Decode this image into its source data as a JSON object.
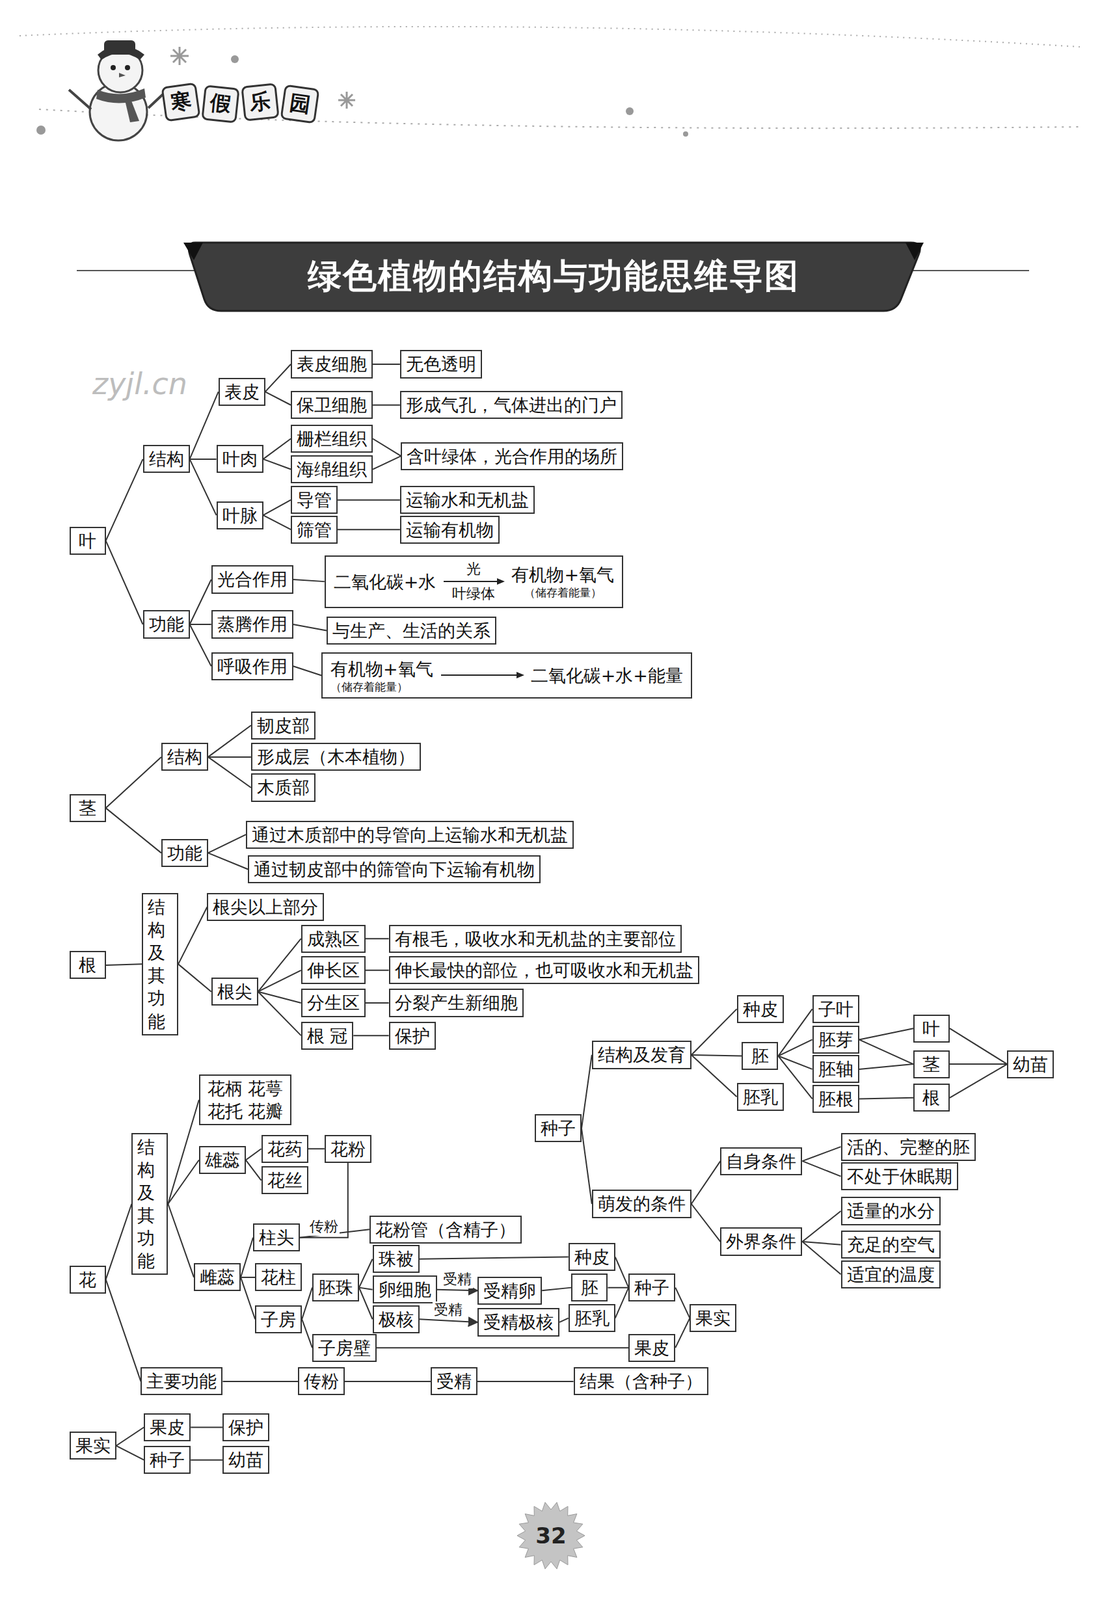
{
  "diagram": {
    "title": "绿色植物的结构与功能思维导图",
    "nodes": [
      {
        "text": [
          "叶"
        ]
      },
      {
        "text": [
          "结构"
        ]
      },
      {
        "text": [
          "功能"
        ]
      },
      {
        "text": [
          "表皮"
        ]
      },
      {
        "text": [
          "叶肉"
        ]
      },
      {
        "text": [
          "叶脉"
        ]
      },
      {
        "text": [
          "表皮细胞"
        ]
      },
      {
        "text": [
          "无色透明"
        ]
      },
      {
        "text": [
          "保卫细胞"
        ]
      },
      {
        "text": [
          "形成气孔，气体进出的门户"
        ]
      },
      {
        "text": [
          "栅栏组织"
        ]
      },
      {
        "text": [
          "海绵组织"
        ]
      },
      {
        "text": [
          "含叶绿体，光合作用的场所"
        ]
      },
      {
        "text": [
          "导管"
        ]
      },
      {
        "text": [
          "运输水和无机盐"
        ]
      },
      {
        "text": [
          "筛管"
        ]
      },
      {
        "text": [
          "运输有机物"
        ]
      },
      {
        "text": [
          "光合作用"
        ]
      },
      {
        "text": [
          "二氧化碳+水",
          "光",
          "叶绿体",
          "有机物+氧气",
          "（储存着能量）"
        ]
      },
      {
        "text": [
          "蒸腾作用"
        ]
      },
      {
        "text": [
          "与生产、生活的关系"
        ]
      },
      {
        "text": [
          "呼吸作用"
        ]
      },
      {
        "text": [
          "有机物+氧气",
          "（储存着能量）",
          "二氧化碳+水+能量"
        ]
      },
      {
        "text": [
          "茎"
        ]
      },
      {
        "text": [
          "结构"
        ]
      },
      {
        "text": [
          "功能"
        ]
      },
      {
        "text": [
          "韧皮部"
        ]
      },
      {
        "text": [
          "形成层（木本植物）"
        ]
      },
      {
        "text": [
          "木质部"
        ]
      },
      {
        "text": [
          "通过木质部中的导管向上运输水和无机盐"
        ]
      },
      {
        "text": [
          "通过韧皮部中的筛管向下运输有机物"
        ]
      },
      {
        "text": [
          "根"
        ]
      },
      {
        "text": [
          "结构 及其 功能"
        ]
      },
      {
        "text": [
          "根尖以上部分"
        ]
      },
      {
        "text": [
          "根尖"
        ]
      },
      {
        "text": [
          "成熟区"
        ]
      },
      {
        "text": [
          "有根毛，吸收水和无机盐的主要部位"
        ]
      },
      {
        "text": [
          "伸长区"
        ]
      },
      {
        "text": [
          "伸长最快的部位，也可吸收水和无机盐"
        ]
      },
      {
        "text": [
          "分生区"
        ]
      },
      {
        "text": [
          "分裂产生新细胞"
        ]
      },
      {
        "text": [
          "根 冠"
        ]
      },
      {
        "text": [
          "保护"
        ]
      },
      {
        "text": [
          "花"
        ]
      },
      {
        "text": [
          "结构 及其 功能"
        ]
      },
      {
        "text": [
          "主要功能"
        ]
      },
      {
        "text": [
          "花柄 花萼 花托 花瓣"
        ]
      },
      {
        "text": [
          "雄蕊"
        ]
      },
      {
        "text": [
          "雌蕊"
        ]
      },
      {
        "text": [
          "花药"
        ]
      },
      {
        "text": [
          "花丝"
        ]
      },
      {
        "text": [
          "花粉"
        ]
      },
      {
        "text": [
          "柱头"
        ]
      },
      {
        "text": [
          "花柱"
        ]
      },
      {
        "text": [
          "子房"
        ]
      },
      {
        "text": [
          "花粉管（含精子）"
        ]
      },
      {
        "text": [
          "胚珠"
        ]
      },
      {
        "text": [
          "珠被"
        ]
      },
      {
        "text": [
          "卵细胞"
        ]
      },
      {
        "text": [
          "极核"
        ]
      },
      {
        "text": [
          "子房壁"
        ]
      },
      {
        "text": [
          "受精卵"
        ]
      },
      {
        "text": [
          "受精极核"
        ]
      },
      {
        "text": [
          "种皮"
        ]
      },
      {
        "text": [
          "胚"
        ]
      },
      {
        "text": [
          "胚乳"
        ]
      },
      {
        "text": [
          "种子"
        ]
      },
      {
        "text": [
          "果皮"
        ]
      },
      {
        "text": [
          "果实"
        ]
      },
      {
        "text": [
          "传粉"
        ]
      },
      {
        "text": [
          "受精"
        ]
      },
      {
        "text": [
          "结果（含种子）"
        ]
      },
      {
        "text": [
          "种子"
        ]
      },
      {
        "text": [
          "结构及发育"
        ]
      },
      {
        "text": [
          "萌发的条件"
        ]
      },
      {
        "text": [
          "种皮"
        ]
      },
      {
        "text": [
          "胚"
        ]
      },
      {
        "text": [
          "胚乳"
        ]
      },
      {
        "text": [
          "子叶"
        ]
      },
      {
        "text": [
          "胚芽"
        ]
      },
      {
        "text": [
          "胚轴"
        ]
      },
      {
        "text": [
          "胚根"
        ]
      },
      {
        "text": [
          "叶"
        ]
      },
      {
        "text": [
          "茎"
        ]
      },
      {
        "text": [
          "根"
        ]
      },
      {
        "text": [
          "幼苗"
        ]
      },
      {
        "text": [
          "自身条件"
        ]
      },
      {
        "text": [
          "外界条件"
        ]
      },
      {
        "text": [
          "活的、完整的胚"
        ]
      },
      {
        "text": [
          "不处于休眠期"
        ]
      },
      {
        "text": [
          "适量的水分"
        ]
      },
      {
        "text": [
          "充足的空气"
        ]
      },
      {
        "text": [
          "适宜的温度"
        ]
      },
      {
        "text": [
          "果实"
        ]
      },
      {
        "text": [
          "果皮"
        ]
      },
      {
        "text": [
          "种子"
        ]
      },
      {
        "text": [
          "保护"
        ]
      },
      {
        "text": [
          "幼苗"
        ]
      }
    ],
    "edges": [
      {
        "from": 0,
        "to": 1,
        "arrow": "none"
      },
      {
        "from": 0,
        "to": 2,
        "arrow": "none"
      },
      {
        "from": 1,
        "to": 3,
        "arrow": "none"
      },
      {
        "from": 1,
        "to": 4,
        "arrow": "none"
      },
      {
        "from": 1,
        "to": 5,
        "arrow": "none"
      },
      {
        "from": 3,
        "to": 6,
        "arrow": "none"
      },
      {
        "from": 3,
        "to": 8,
        "arrow": "none"
      },
      {
        "from": 6,
        "to": 7,
        "arrow": "none"
      },
      {
        "from": 8,
        "to": 9,
        "arrow": "none"
      },
      {
        "from": 4,
        "to": 10,
        "arrow": "none"
      },
      {
        "from": 4,
        "to": 11,
        "arrow": "none"
      },
      {
        "from": 10,
        "to": 12,
        "arrow": "none"
      },
      {
        "from": 11,
        "to": 12,
        "arrow": "none"
      },
      {
        "from": 5,
        "to": 13,
        "arrow": "none"
      },
      {
        "from": 5,
        "to": 15,
        "arrow": "none"
      },
      {
        "from": 13,
        "to": 14,
        "arrow": "none"
      },
      {
        "from": 15,
        "to": 16,
        "arrow": "none"
      },
      {
        "from": 2,
        "to": 17,
        "arrow": "none"
      },
      {
        "from": 2,
        "to": 19,
        "arrow": "none"
      },
      {
        "from": 2,
        "to": 21,
        "arrow": "none"
      },
      {
        "from": 17,
        "to": 18,
        "arrow": "none"
      },
      {
        "from": 19,
        "to": 20,
        "arrow": "none"
      },
      {
        "from": 21,
        "to": 22,
        "arrow": "none"
      },
      {
        "from": 23,
        "to": 24,
        "arrow": "none"
      },
      {
        "from": 23,
        "to": 25,
        "arrow": "none"
      },
      {
        "from": 24,
        "to": 26,
        "arrow": "none"
      },
      {
        "from": 24,
        "to": 27,
        "arrow": "none"
      },
      {
        "from": 24,
        "to": 28,
        "arrow": "none"
      },
      {
        "from": 25,
        "to": 29,
        "arrow": "none"
      },
      {
        "from": 25,
        "to": 30,
        "arrow": "none"
      },
      {
        "from": 31,
        "to": 32,
        "arrow": "none"
      },
      {
        "from": 32,
        "to": 33,
        "arrow": "none"
      },
      {
        "from": 32,
        "to": 34,
        "arrow": "none"
      },
      {
        "from": 34,
        "to": 35,
        "arrow": "none"
      },
      {
        "from": 34,
        "to": 37,
        "arrow": "none"
      },
      {
        "from": 34,
        "to": 39,
        "arrow": "none"
      },
      {
        "from": 34,
        "to": 41,
        "arrow": "none"
      },
      {
        "from": 35,
        "to": 36,
        "arrow": "none"
      },
      {
        "from": 37,
        "to": 38,
        "arrow": "none"
      },
      {
        "from": 39,
        "to": 40,
        "arrow": "none"
      },
      {
        "from": 41,
        "to": 42,
        "arrow": "none"
      },
      {
        "from": 43,
        "to": 44,
        "arrow": "none"
      },
      {
        "from": 43,
        "to": 45,
        "arrow": "none"
      },
      {
        "from": 44,
        "to": 46,
        "arrow": "none"
      },
      {
        "from": 44,
        "to": 47,
        "arrow": "none"
      },
      {
        "from": 44,
        "to": 48,
        "arrow": "none"
      },
      {
        "from": 47,
        "to": 49,
        "arrow": "none"
      },
      {
        "from": 47,
        "to": 50,
        "arrow": "none"
      },
      {
        "from": 49,
        "to": 51,
        "arrow": "none"
      },
      {
        "from": 51,
        "to": 52,
        "label": "传粉",
        "arrow": "none"
      },
      {
        "from": 52,
        "to": 55,
        "arrow": "none"
      },
      {
        "from": 48,
        "to": 52,
        "arrow": "none"
      },
      {
        "from": 48,
        "to": 53,
        "arrow": "none"
      },
      {
        "from": 48,
        "to": 54,
        "arrow": "none"
      },
      {
        "from": 54,
        "to": 56,
        "arrow": "none"
      },
      {
        "from": 54,
        "to": 60,
        "arrow": "none"
      },
      {
        "from": 56,
        "to": 57,
        "arrow": "none"
      },
      {
        "from": 56,
        "to": 58,
        "arrow": "none"
      },
      {
        "from": 56,
        "to": 59,
        "arrow": "none"
      },
      {
        "from": 57,
        "to": 63,
        "arrow": "none"
      },
      {
        "from": 58,
        "to": 61,
        "label": "受精",
        "arrow": "to"
      },
      {
        "from": 59,
        "to": 62,
        "label": "受精",
        "arrow": "to"
      },
      {
        "from": 61,
        "to": 64,
        "arrow": "none"
      },
      {
        "from": 62,
        "to": 65,
        "arrow": "none"
      },
      {
        "from": 63,
        "to": 66,
        "arrow": "none"
      },
      {
        "from": 64,
        "to": 66,
        "arrow": "none"
      },
      {
        "from": 65,
        "to": 66,
        "arrow": "none"
      },
      {
        "from": 66,
        "to": 68,
        "arrow": "none"
      },
      {
        "from": 60,
        "to": 67,
        "arrow": "none"
      },
      {
        "from": 67,
        "to": 68,
        "arrow": "none"
      },
      {
        "from": 45,
        "to": 69,
        "arrow": "none"
      },
      {
        "from": 69,
        "to": 70,
        "arrow": "none"
      },
      {
        "from": 70,
        "to": 71,
        "arrow": "none"
      },
      {
        "from": 72,
        "to": 73,
        "arrow": "none"
      },
      {
        "from": 72,
        "to": 74,
        "arrow": "none"
      },
      {
        "from": 73,
        "to": 75,
        "arrow": "none"
      },
      {
        "from": 73,
        "to": 76,
        "arrow": "none"
      },
      {
        "from": 73,
        "to": 77,
        "arrow": "none"
      },
      {
        "from": 76,
        "to": 78,
        "arrow": "none"
      },
      {
        "from": 76,
        "to": 79,
        "arrow": "none"
      },
      {
        "from": 76,
        "to": 80,
        "arrow": "none"
      },
      {
        "from": 76,
        "to": 81,
        "arrow": "none"
      },
      {
        "from": 79,
        "to": 82,
        "arrow": "none"
      },
      {
        "from": 79,
        "to": 83,
        "arrow": "none"
      },
      {
        "from": 80,
        "to": 83,
        "arrow": "none"
      },
      {
        "from": 81,
        "to": 84,
        "arrow": "none"
      },
      {
        "from": 82,
        "to": 85,
        "arrow": "none"
      },
      {
        "from": 83,
        "to": 85,
        "arrow": "none"
      },
      {
        "from": 84,
        "to": 85,
        "arrow": "none"
      },
      {
        "from": 74,
        "to": 86,
        "arrow": "none"
      },
      {
        "from": 74,
        "to": 87,
        "arrow": "none"
      },
      {
        "from": 86,
        "to": 88,
        "arrow": "none"
      },
      {
        "from": 86,
        "to": 89,
        "arrow": "none"
      },
      {
        "from": 87,
        "to": 90,
        "arrow": "none"
      },
      {
        "from": 87,
        "to": 91,
        "arrow": "none"
      },
      {
        "from": 87,
        "to": 92,
        "arrow": "none"
      },
      {
        "from": 93,
        "to": 94,
        "arrow": "none"
      },
      {
        "from": 93,
        "to": 95,
        "arrow": "none"
      },
      {
        "from": 94,
        "to": 96,
        "arrow": "none"
      },
      {
        "from": 95,
        "to": 97,
        "arrow": "none"
      }
    ],
    "labels": [
      "寒",
      "假",
      "乐",
      "园",
      "zyjl.cn",
      "32"
    ]
  }
}
